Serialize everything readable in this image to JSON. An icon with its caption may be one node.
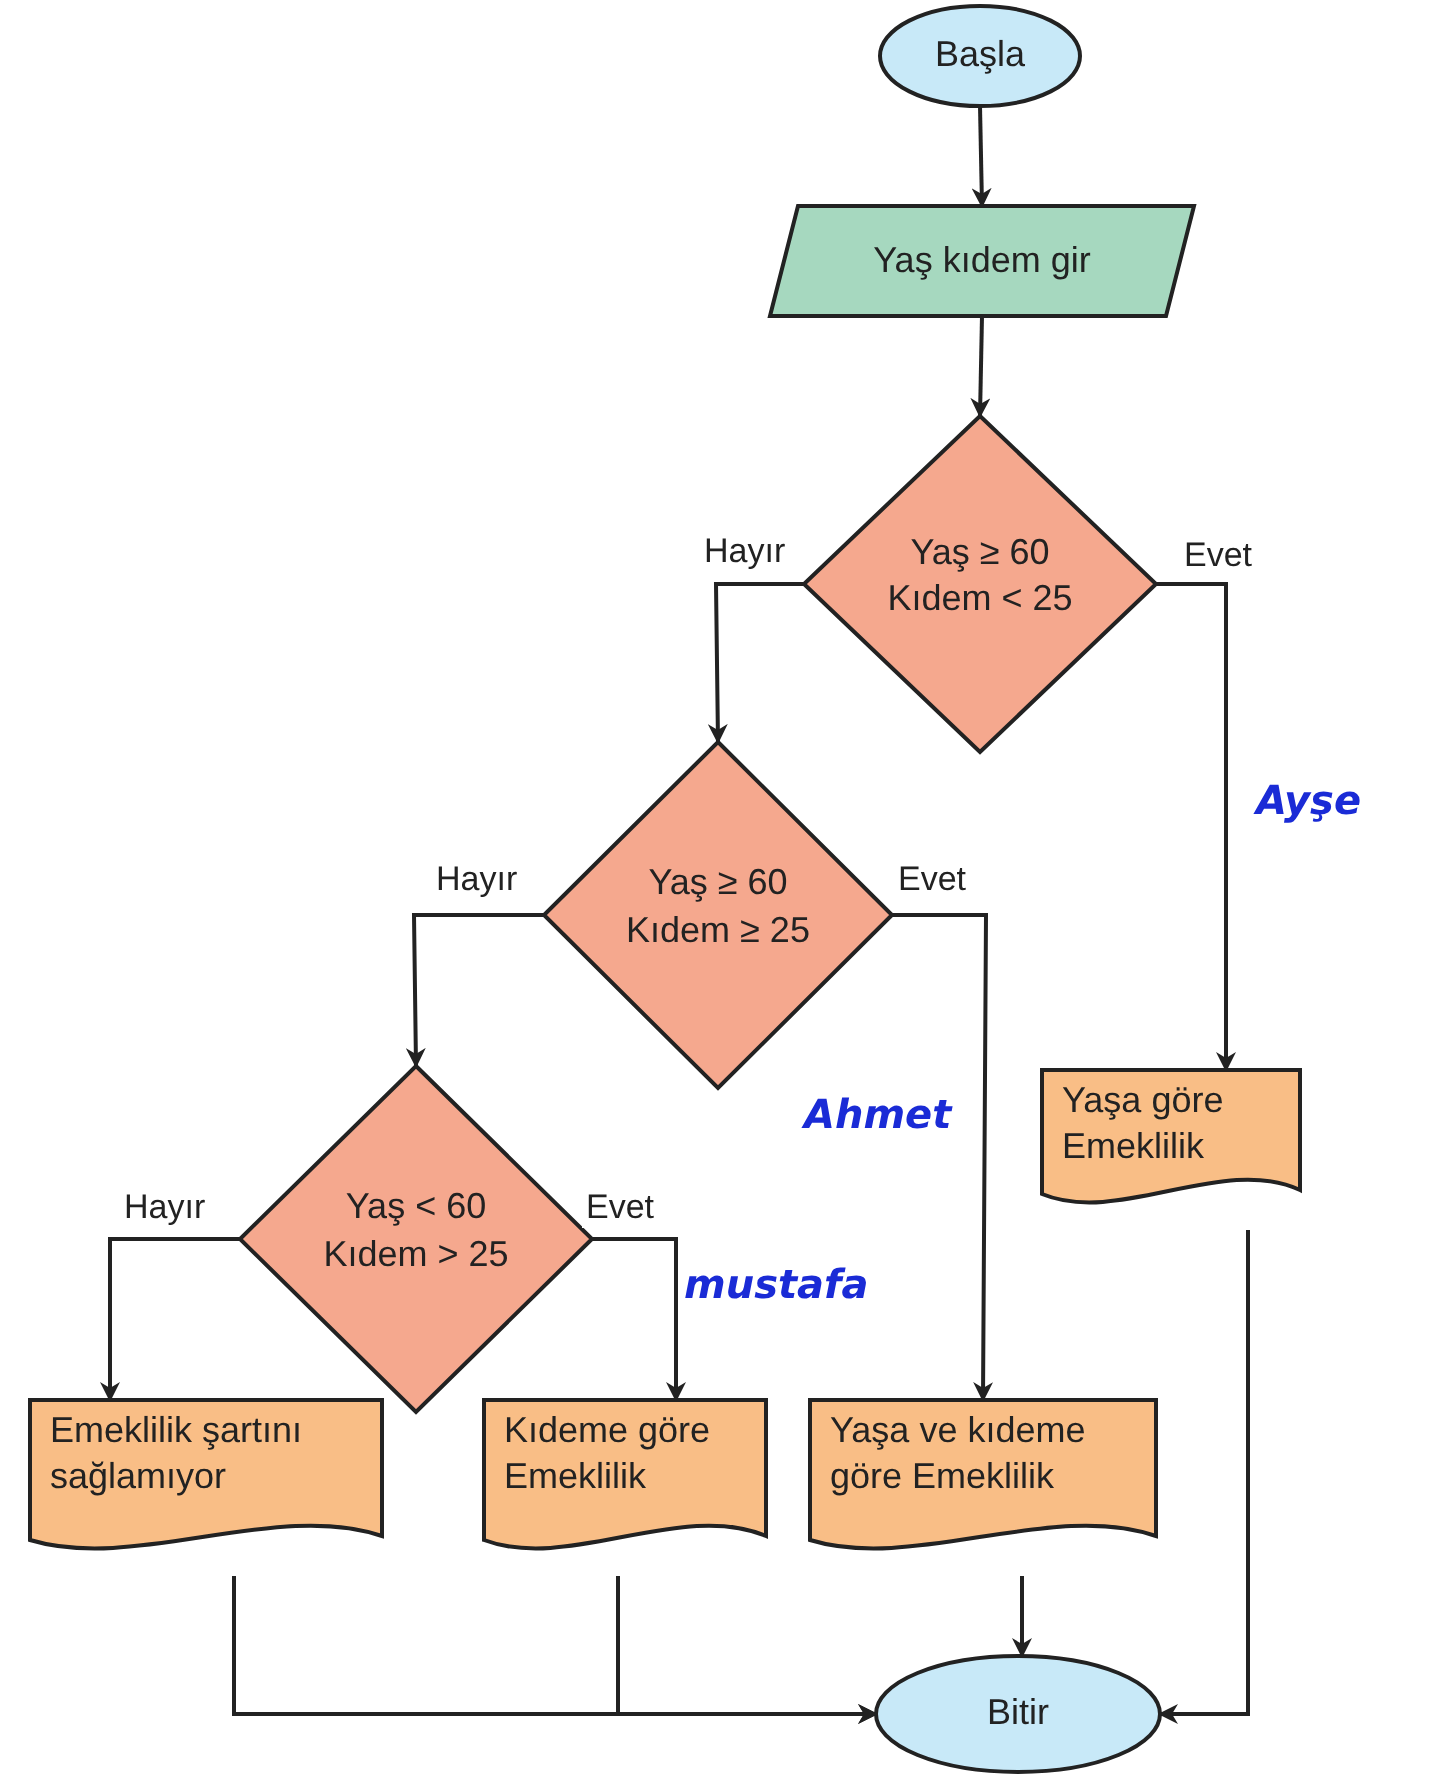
{
  "diagram": {
    "nodes": [
      {
        "text": [
          "Başla"
        ]
      },
      {
        "text": [
          "Yaş kıdem gir"
        ]
      },
      {
        "text": [
          "Yaş ≥ 60 Kıdem < 25"
        ]
      },
      {
        "text": [
          "Yaş ≥ 60 Kıdem ≥ 25"
        ]
      },
      {
        "text": [
          "Yaş < 60 Kıdem > 25"
        ]
      },
      {
        "text": [
          "Yaşa göre Emeklilik"
        ]
      },
      {
        "text": [
          "Emeklilik şartını sağlamıyor"
        ]
      },
      {
        "text": [
          "Kıdeme göre Emeklilik"
        ]
      },
      {
        "text": [
          "Yaşa ve kıdeme göre Emeklilik"
        ]
      },
      {
        "text": [
          "Bitir"
        ]
      }
    ],
    "edges": [
      {
        "from": 0,
        "to": 1,
        "arrow": "to"
      },
      {
        "from": 1,
        "to": 2,
        "arrow": "to"
      },
      {
        "from": 2,
        "to": 3,
        "arrow": "to",
        "label": "Hayır"
      },
      {
        "from": 2,
        "to": 5,
        "arrow": "to",
        "label": "Evet"
      },
      {
        "from": 3,
        "to": 4,
        "arrow": "to",
        "label": "Hayır"
      },
      {
        "from": 3,
        "to": 8,
        "arrow": "to",
        "label": "Evet"
      },
      {
        "from": 4,
        "to": 6,
        "arrow": "to",
        "label": "Hayır"
      },
      {
        "from": 4,
        "to": 7,
        "arrow": "to",
        "label": "Evet"
      },
      {
        "from": 6,
        "to": 9,
        "arrow": "to"
      },
      {
        "from": 7,
        "to": 9,
        "arrow": "to"
      },
      {
        "from": 8,
        "to": 9,
        "arrow": "to"
      },
      {
        "from": 5,
        "to": 9,
        "arrow": "to"
      }
    ],
    "labels": [
      "Ayşe",
      "Ahmet",
      "mustafa"
    ]
  }
}
